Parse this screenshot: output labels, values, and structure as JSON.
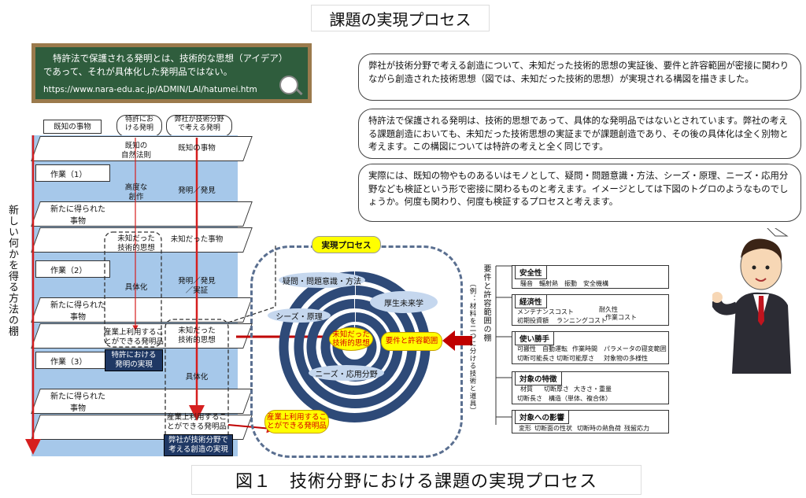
{
  "title": "課題の実現プロセス",
  "blackboard": {
    "line1": "特許法で保護される発明とは、技術的な思想（アイデア）",
    "line2": "であって、それが具体化した発明品ではない。",
    "url": "https://www.nara-edu.ac.jp/ADMIN/LAI/hatumei.htm"
  },
  "bubbles": {
    "b1": "弊社が技術分野で考える創造について、未知だった技術的思想の実証後、要件と許容範囲が密接に関わりながら創造された技術思想（図では、未知だった技術的思想）が実現される構図を描きました。",
    "b2": "特許法で保護される発明は、技術的思想であって、具体的な発明品ではないとされています。弊社の考える課題創造においても、未知だった技術思想の実証までが課題創造であり、その後の具体化は全く別物と考えます。この構図については特許の考えと全く同じです。",
    "b3": "実際には、既知の物やものあるいはモノとして、疑問・問題意識・方法、シーズ・原理、ニーズ・応用分野なども検証という形で密接に関わるものと考えます。イメージとしては下図のトグロのようなものでしょうか。何度も関わり、何度も検証するプロセスと考えます。"
  },
  "flow": {
    "header_known": "既知の事物",
    "header_patent": "特許にお\nける発明",
    "header_company": "弊社が技術分野\nで考える発明",
    "side_label": "新しい何かを得る方法の棚",
    "bands": [
      {
        "label": ""
      },
      {
        "label": "作業（1）"
      },
      {
        "label": "新たに得られた\n事物"
      },
      {
        "label": ""
      },
      {
        "label": "作業（2）"
      },
      {
        "label": "新たに得られた\n事物"
      },
      {
        "label": ""
      },
      {
        "label": "作業（3）"
      },
      {
        "label": "新たに得られた\n事物"
      },
      {
        "label": ""
      }
    ],
    "patent_col": [
      "既知の\n自然法則",
      "高度な\n創作",
      "未知だった\n技術的思想",
      "具体化",
      "産業上利用するこ\nとができる発明品"
    ],
    "company_col": [
      "既知の事物",
      "発明／発見",
      "未知だった事物",
      "発明／発見\n／実証",
      "未知だった\n技術的思想",
      "具体化",
      "産業上利用するこ\nとができる発明品"
    ],
    "patent_box": "特許における\n発明の実現",
    "company_box": "弊社が技術分野で\n考える創造の実現"
  },
  "spiral": {
    "label": "実現プロセス",
    "q1": "疑問・問題意識・方法",
    "q2": "厚生未来学",
    "q3": "シーズ・原理",
    "q4": "ニーズ・応用分野",
    "center": "未知だった\n技術的思想",
    "req": "要件と許容範囲",
    "bottom": "産業上利用するこ\nとができる発明品"
  },
  "requirements": {
    "vlabel": "要件と許容範囲の棚",
    "vsub": "（例：材料を二つに分ける技術と道具）",
    "cats": [
      {
        "head": "安全性",
        "items": [
          "騒音",
          "輻射熱",
          "振動",
          "安全機構"
        ]
      },
      {
        "head": "経済性",
        "items": [
          "メンテナンスコスト",
          "耐久性",
          "作業コスト",
          "初期投資額",
          "ランニングコスト"
        ]
      },
      {
        "head": "使い勝手",
        "items": [
          "可搬性",
          "自動運転",
          "作業時間",
          "パラメータの寝変範囲",
          "切断可能長さ",
          "切断可能厚さ",
          "対象物の多様性"
        ]
      },
      {
        "head": "対象の特徴",
        "items": [
          "材質",
          "切断厚さ",
          "大きさ・重量",
          "切断長さ",
          "構造（単体、複合体）"
        ]
      },
      {
        "head": "対象への影響",
        "items": [
          "変形",
          "切断面の性状",
          "切断時の熱負荷",
          "残留応力"
        ]
      }
    ]
  },
  "figure_caption": "図１　技術分野における課題の実現プロセス"
}
